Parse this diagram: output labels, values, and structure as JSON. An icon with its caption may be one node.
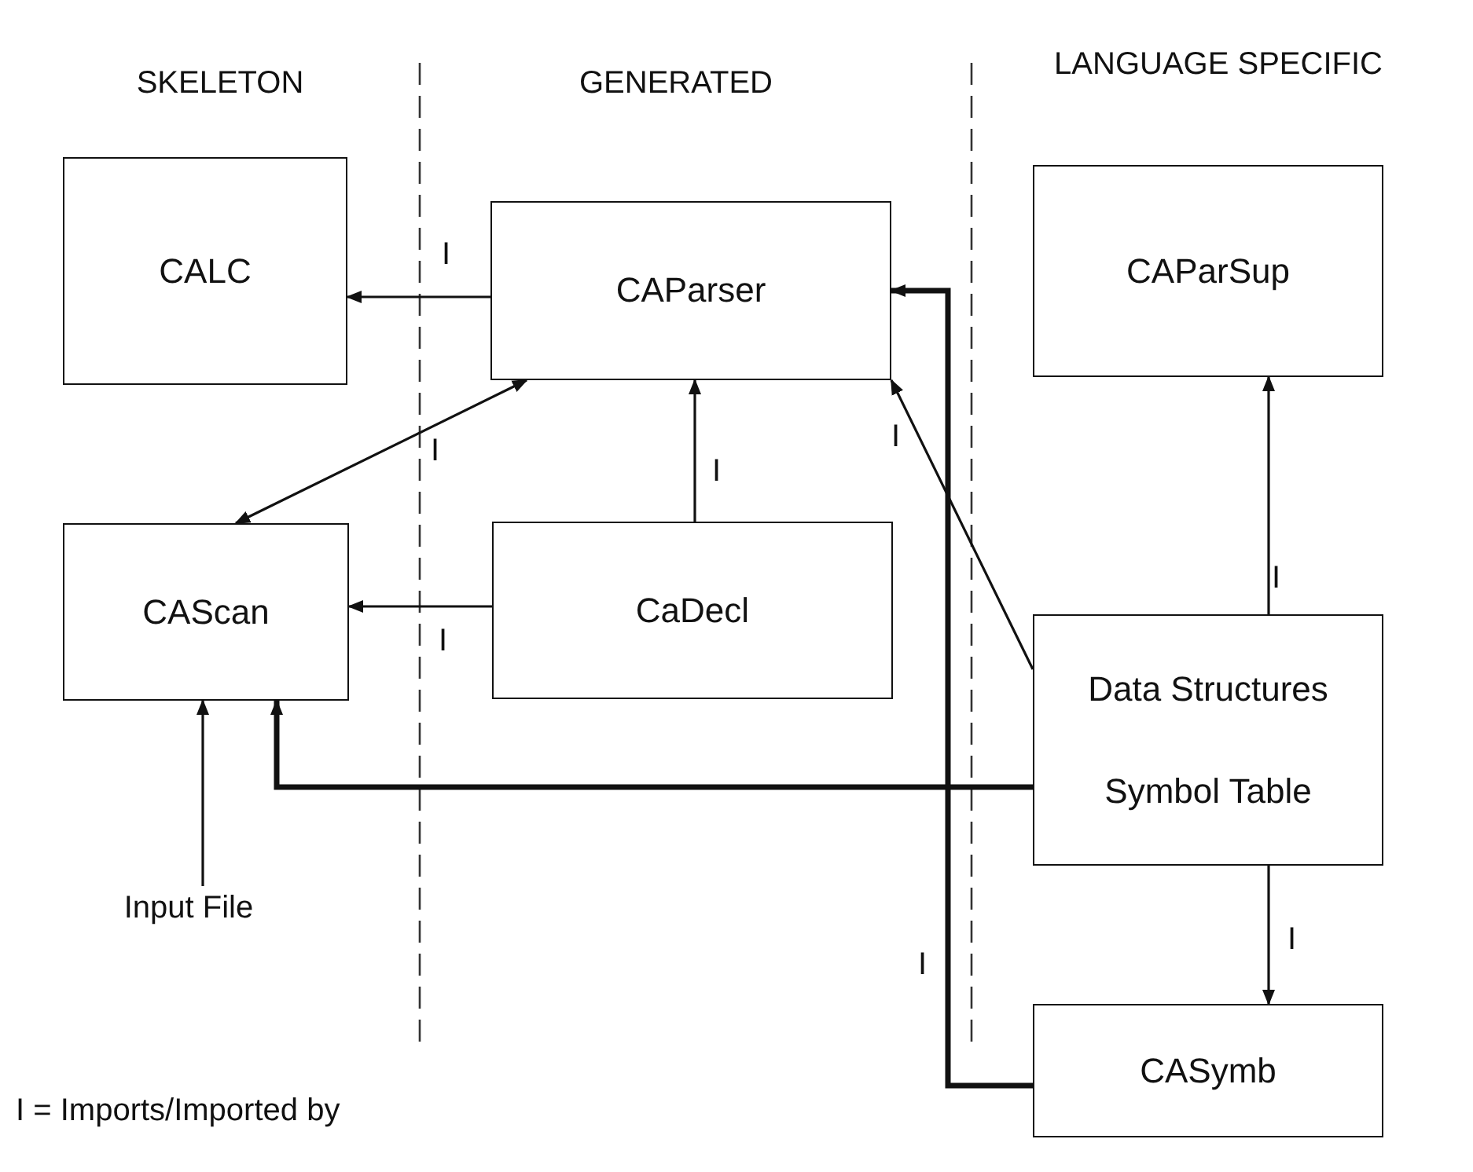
{
  "diagram": {
    "nodes": [
      {
        "text": [
          "CALC"
        ]
      },
      {
        "text": [
          "CAParser"
        ]
      },
      {
        "text": [
          "CAParSup"
        ]
      },
      {
        "text": [
          "CAScan"
        ]
      },
      {
        "text": [
          "CaDecl"
        ]
      },
      {
        "text": [
          "Data Structures",
          "Symbol Table"
        ]
      },
      {
        "text": [
          "Input File"
        ]
      },
      {
        "text": [
          "CASymb"
        ]
      }
    ],
    "edges": [
      {
        "from": 1,
        "to": 0,
        "arrow": "to",
        "label": "I"
      },
      {
        "from": 1,
        "to": 3,
        "arrow": "both",
        "label": "I"
      },
      {
        "from": 4,
        "to": 1,
        "arrow": "to",
        "label": "I"
      },
      {
        "from": 4,
        "to": 3,
        "arrow": "to",
        "label": "I"
      },
      {
        "from": 5,
        "to": 1,
        "arrow": "to",
        "label": "I"
      },
      {
        "from": 5,
        "to": 2,
        "arrow": "to",
        "label": "I"
      },
      {
        "from": 5,
        "to": 3,
        "arrow": "to",
        "style": "thick"
      },
      {
        "from": 5,
        "to": 7,
        "arrow": "to",
        "label": "I"
      },
      {
        "from": 7,
        "to": 1,
        "arrow": "to",
        "label": "I",
        "style": "thick"
      },
      {
        "from": 6,
        "to": 3,
        "arrow": "to"
      }
    ],
    "labels": [
      "SKELETON",
      "GENERATED",
      "LANGUAGE SPECIFIC",
      "I = Imports/Imported by"
    ]
  }
}
